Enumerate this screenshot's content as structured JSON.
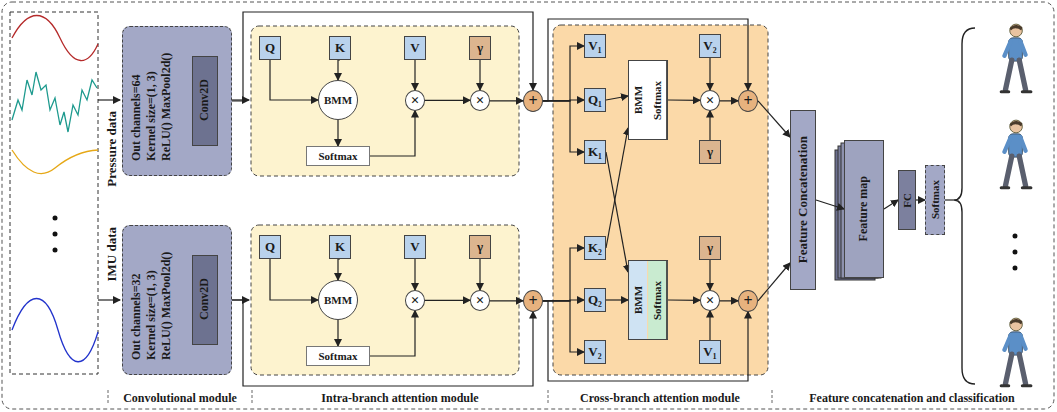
{
  "diagram": {
    "nodes": [
      {
        "text": [
          "Out channels=64 Kernel size=(1, 3) ReLU() MaxPool2d()"
        ]
      },
      {
        "text": [
          "Conv2D"
        ],
        "in": 0
      },
      {
        "text": [
          "Out channels=32 Kernel size=(1, 3) ReLU() MaxPool2d()"
        ]
      },
      {
        "text": [
          "Conv2D"
        ],
        "in": 2
      },
      {
        "text": [
          "Q"
        ]
      },
      {
        "text": [
          "K"
        ]
      },
      {
        "text": [
          "V"
        ]
      },
      {
        "text": [
          "γ"
        ]
      },
      {
        "text": [
          "BMM"
        ]
      },
      {
        "text": [
          "Softmax"
        ]
      },
      {
        "text": [
          "×"
        ]
      },
      {
        "text": [
          "×"
        ]
      },
      {
        "text": [
          "+"
        ]
      },
      {
        "text": [
          "Q"
        ]
      },
      {
        "text": [
          "K"
        ]
      },
      {
        "text": [
          "V"
        ]
      },
      {
        "text": [
          "γ"
        ]
      },
      {
        "text": [
          "BMM"
        ]
      },
      {
        "text": [
          "Softmax"
        ]
      },
      {
        "text": [
          "×"
        ]
      },
      {
        "text": [
          "×"
        ]
      },
      {
        "text": [
          "+"
        ]
      },
      {
        "text": [
          "V₁"
        ]
      },
      {
        "text": [
          "Q₁"
        ]
      },
      {
        "text": [
          "K₁"
        ]
      },
      {
        "text": [
          "BMM",
          "Softmax"
        ]
      },
      {
        "text": [
          "V₂"
        ]
      },
      {
        "text": [
          "γ"
        ]
      },
      {
        "text": [
          "×"
        ]
      },
      {
        "text": [
          "+"
        ]
      },
      {
        "text": [
          "K₂"
        ]
      },
      {
        "text": [
          "Q₂"
        ]
      },
      {
        "text": [
          "V₂"
        ]
      },
      {
        "text": [
          "BMM",
          "Softmax"
        ]
      },
      {
        "text": [
          "γ"
        ]
      },
      {
        "text": [
          "×"
        ]
      },
      {
        "text": [
          "V₁"
        ]
      },
      {
        "text": [
          "+"
        ]
      },
      {
        "text": [
          "Feature Concatenation"
        ]
      },
      {
        "text": [
          "Feature map"
        ]
      },
      {
        "text": [
          "FC"
        ]
      },
      {
        "text": [
          "Softmax"
        ]
      }
    ],
    "edges": [
      {
        "from": 0,
        "to": 12,
        "arrow": "to"
      },
      {
        "from": 4,
        "to": 8,
        "arrow": "to"
      },
      {
        "from": 5,
        "to": 8,
        "arrow": "to"
      },
      {
        "from": 8,
        "to": 9,
        "arrow": "to"
      },
      {
        "from": 9,
        "to": 10,
        "arrow": "to"
      },
      {
        "from": 6,
        "to": 10,
        "arrow": "to"
      },
      {
        "from": 10,
        "to": 11,
        "arrow": "to"
      },
      {
        "from": 7,
        "to": 11,
        "arrow": "to"
      },
      {
        "from": 11,
        "to": 12,
        "arrow": "to"
      },
      {
        "from": 2,
        "to": 21,
        "arrow": "to"
      },
      {
        "from": 13,
        "to": 17,
        "arrow": "to"
      },
      {
        "from": 14,
        "to": 17,
        "arrow": "to"
      },
      {
        "from": 17,
        "to": 18,
        "arrow": "to"
      },
      {
        "from": 18,
        "to": 19,
        "arrow": "to"
      },
      {
        "from": 15,
        "to": 19,
        "arrow": "to"
      },
      {
        "from": 19,
        "to": 20,
        "arrow": "to"
      },
      {
        "from": 16,
        "to": 20,
        "arrow": "to"
      },
      {
        "from": 20,
        "to": 21,
        "arrow": "to"
      },
      {
        "from": 12,
        "to": 22,
        "arrow": "to"
      },
      {
        "from": 12,
        "to": 23,
        "arrow": "to"
      },
      {
        "from": 12,
        "to": 24,
        "arrow": "to"
      },
      {
        "from": 12,
        "to": 29,
        "arrow": "to"
      },
      {
        "from": 23,
        "to": 25,
        "arrow": "to"
      },
      {
        "from": 30,
        "to": 25,
        "arrow": "to"
      },
      {
        "from": 25,
        "to": 28,
        "arrow": "to"
      },
      {
        "from": 26,
        "to": 28,
        "arrow": "to"
      },
      {
        "from": 27,
        "to": 28,
        "arrow": "to"
      },
      {
        "from": 28,
        "to": 29,
        "arrow": "to"
      },
      {
        "from": 21,
        "to": 30,
        "arrow": "to"
      },
      {
        "from": 21,
        "to": 31,
        "arrow": "to"
      },
      {
        "from": 21,
        "to": 32,
        "arrow": "to"
      },
      {
        "from": 21,
        "to": 37,
        "arrow": "to"
      },
      {
        "from": 31,
        "to": 33,
        "arrow": "to"
      },
      {
        "from": 24,
        "to": 33,
        "arrow": "to"
      },
      {
        "from": 33,
        "to": 35,
        "arrow": "to"
      },
      {
        "from": 34,
        "to": 35,
        "arrow": "to"
      },
      {
        "from": 36,
        "to": 35,
        "arrow": "to"
      },
      {
        "from": 35,
        "to": 37,
        "arrow": "to"
      },
      {
        "from": 29,
        "to": 38,
        "arrow": "to"
      },
      {
        "from": 37,
        "to": 38,
        "arrow": "to"
      },
      {
        "from": 38,
        "to": 39,
        "arrow": "to"
      },
      {
        "from": 39,
        "to": 40,
        "arrow": "to"
      },
      {
        "from": 40,
        "to": 41,
        "arrow": "to"
      }
    ],
    "labels": [
      "Pressure data",
      "IMU data",
      "Convolutional module",
      "Intra-branch attention module",
      "Cross-branch attention module",
      "Feature concatenation and classification"
    ]
  }
}
